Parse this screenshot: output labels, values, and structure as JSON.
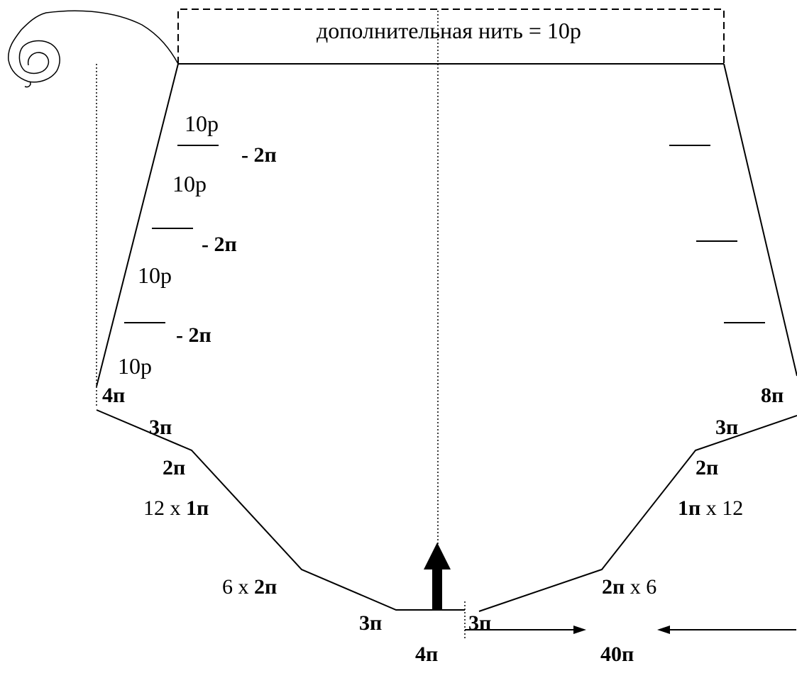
{
  "header_box": {
    "text": "дополнительная нить = 10р"
  },
  "left_side": {
    "steps": [
      {
        "rows": "10р",
        "dec": "- 2п"
      },
      {
        "rows": "10р",
        "dec": "- 2п"
      },
      {
        "rows": "10р",
        "dec": "- 2п"
      },
      {
        "rows": "10р"
      }
    ],
    "top_fraction_numerator": "10р",
    "base": "4п",
    "curve": {
      "a": "3п",
      "b": "2п",
      "c_mult": "12 х ",
      "c_val": "1п",
      "d_mult": "6 х ",
      "d_val": "2п",
      "e": "3п"
    }
  },
  "right_side": {
    "base": "8п",
    "curve": {
      "a": "3п",
      "b": "2п",
      "c_val": "1п",
      "c_mult": " х 12",
      "d_val": "2п",
      "d_mult": " х 6",
      "e": "3п"
    }
  },
  "bottom": {
    "center_width": "4п",
    "half_width": "40п"
  }
}
